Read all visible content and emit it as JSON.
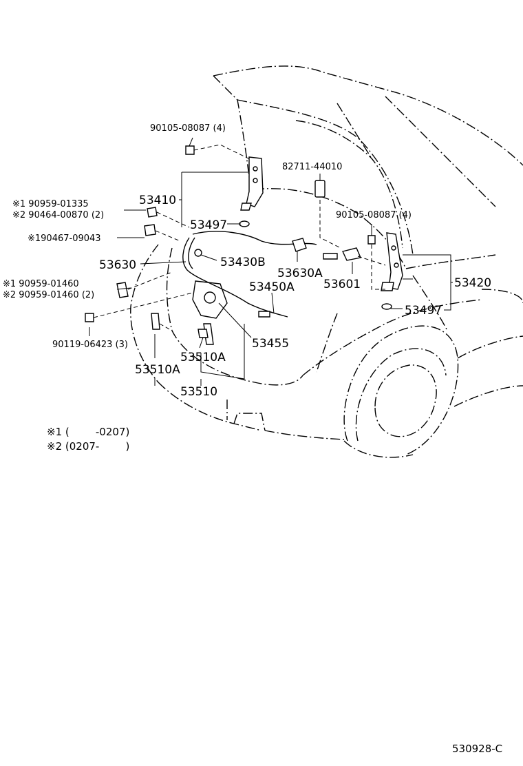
{
  "labels": {
    "bolt_top": "90105-08087 (4)",
    "p82711": "82711-44010",
    "p53410": "53410",
    "ref1_a": "※1 90959-01335",
    "ref2_a": "※2 90464-00870 (2)",
    "p53497_left": "53497",
    "bolt_right": "90105-08087 (4)",
    "ref1_clip": "※190467-09043",
    "p53630": "53630",
    "p53430b": "53430B",
    "p53630a": "53630A",
    "p53601": "53601",
    "p53420": "53420",
    "ref1_b": "※1 90959-01460",
    "ref2_b": "※2 90959-01460 (2)",
    "p53450a": "53450A",
    "p53497_right": "53497",
    "bolt_bottom": "90119-06423 (3)",
    "p53455": "53455",
    "p53510a_1": "53510A",
    "p53510a_2": "53510A",
    "p53510": "53510"
  },
  "legend": {
    "note1": "※1 (        -0207)",
    "note2": "※2 (0207-        )"
  },
  "footer": {
    "code": "530928-C"
  }
}
